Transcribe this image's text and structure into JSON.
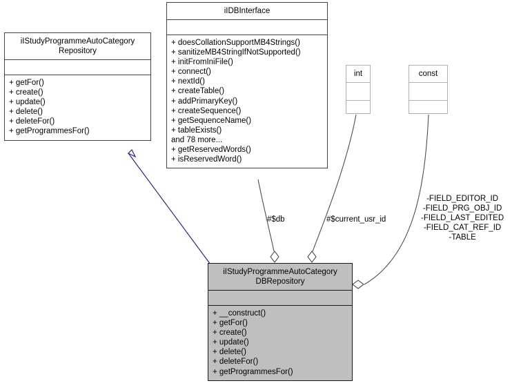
{
  "diagram": {
    "type": "uml-class-diagram",
    "background": "#ffffff",
    "inheritance_color": "#25258c",
    "association_color": "#4d4d4d",
    "shaded_fill": "#bfbfbf"
  },
  "classes": {
    "repository_interface": {
      "name": "iIStudyProgrammeAutoCategory\nRepository",
      "attributes": [],
      "operations": [
        "+ getFor()",
        "+ create()",
        "+ update()",
        "+ delete()",
        "+ deleteFor()",
        "+ getProgrammesFor()"
      ]
    },
    "db_interface": {
      "name": "iIDBInterface",
      "attributes": [],
      "operations": [
        "+ doesCollationSupportMB4Strings()",
        "+ sanitizeMB4StringIfNotSupported()",
        "+ initFromIniFile()",
        "+ connect()",
        "+ nextId()",
        "+ createTable()",
        "+ addPrimaryKey()",
        "+ createSequence()",
        "+ getSequenceName()",
        "+ tableExists()",
        "and 78 more...",
        "+ getReservedWords()",
        "+ isReservedWord()"
      ]
    },
    "int_type": {
      "name": "int",
      "attributes": [],
      "operations": []
    },
    "const_type": {
      "name": "const",
      "attributes": [],
      "operations": []
    },
    "db_repository": {
      "name": "iIStudyProgrammeAutoCategory\nDBRepository",
      "attributes": [],
      "operations": [
        "+ __construct()",
        "+ getFor()",
        "+ create()",
        "+ update()",
        "+ delete()",
        "+ deleteFor()",
        "+ getProgrammesFor()"
      ]
    }
  },
  "relations": {
    "inheritance": {
      "from": "db_repository",
      "to": "repository_interface",
      "label": "",
      "arrow": "hollow-triangle"
    },
    "aggregation_db": {
      "from": "db_interface",
      "to": "db_repository",
      "label": "#$db",
      "arrow": "hollow-diamond"
    },
    "aggregation_usr": {
      "from": "int_type",
      "to": "db_repository",
      "label": "#$current_usr_id",
      "arrow": "hollow-diamond"
    },
    "aggregation_const": {
      "from": "const_type",
      "to": "db_repository",
      "label": "-FIELD_EDITOR_ID\n-FIELD_PRG_OBJ_ID\n-FIELD_LAST_EDITED\n-FIELD_CAT_REF_ID\n-TABLE",
      "arrow": "hollow-diamond"
    }
  }
}
